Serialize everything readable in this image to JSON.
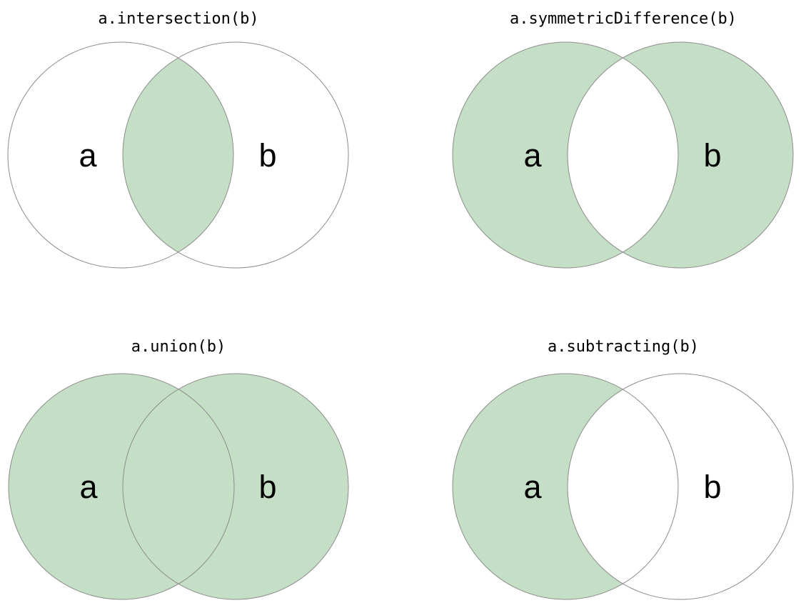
{
  "style": {
    "background": "#ffffff",
    "shaded_fill": "#c5dfc6",
    "unshaded_fill": "#ffffff",
    "circle_stroke": "#8c8c8c",
    "text_color": "#000000"
  },
  "diagrams": [
    {
      "operation": "intersection",
      "title": "a.intersection(b)",
      "label_a": "a",
      "label_b": "b",
      "shaded_region": "a ∩ b"
    },
    {
      "operation": "symmetricDifference",
      "title": "a.symmetricDifference(b)",
      "label_a": "a",
      "label_b": "b",
      "shaded_region": "(a ∪ b) − (a ∩ b)"
    },
    {
      "operation": "union",
      "title": "a.union(b)",
      "label_a": "a",
      "label_b": "b",
      "shaded_region": "a ∪ b"
    },
    {
      "operation": "subtracting",
      "title": "a.subtracting(b)",
      "label_a": "a",
      "label_b": "b",
      "shaded_region": "a − b"
    }
  ]
}
